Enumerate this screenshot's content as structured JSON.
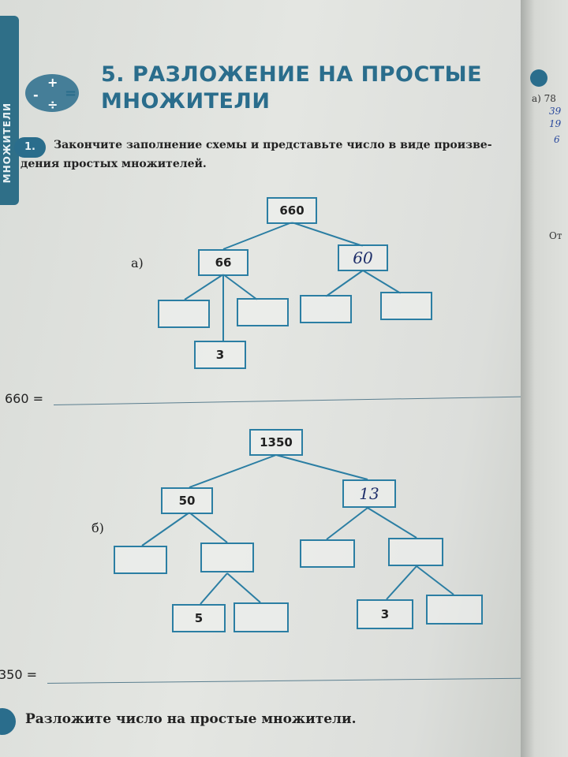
{
  "sidebar": {
    "tab_label": "МНОЖИТЕЛИ"
  },
  "header": {
    "title_line1": "5. РАЗЛОЖЕНИЕ НА ПРОСТЫЕ",
    "title_line2": "МНОЖИТЕЛИ"
  },
  "task1": {
    "number": "1.",
    "text_line1": "Закончите заполнение схемы и представьте число в виде произве-",
    "text_line2": "дения простых множителей."
  },
  "tree_a": {
    "label": "а)",
    "root": "660",
    "left": "66",
    "right": "60",
    "left_child_3": "3",
    "equation_label": "660 ="
  },
  "tree_b": {
    "label": "б)",
    "root": "1350",
    "left": "50",
    "right": "13",
    "left_right_child_5": "5",
    "right_right_child_3": "3",
    "equation_label": "350 ="
  },
  "task2": {
    "text": "Разложите число на простые множители."
  },
  "right_page": {
    "item_a": "а) 78",
    "blue1": "39",
    "blue2": "19",
    "blue3": "6",
    "ot": "От"
  },
  "colors": {
    "accent": "#2a6d8c",
    "box_border": "#2b7ea3",
    "handwriting": "#1f2f6a"
  }
}
